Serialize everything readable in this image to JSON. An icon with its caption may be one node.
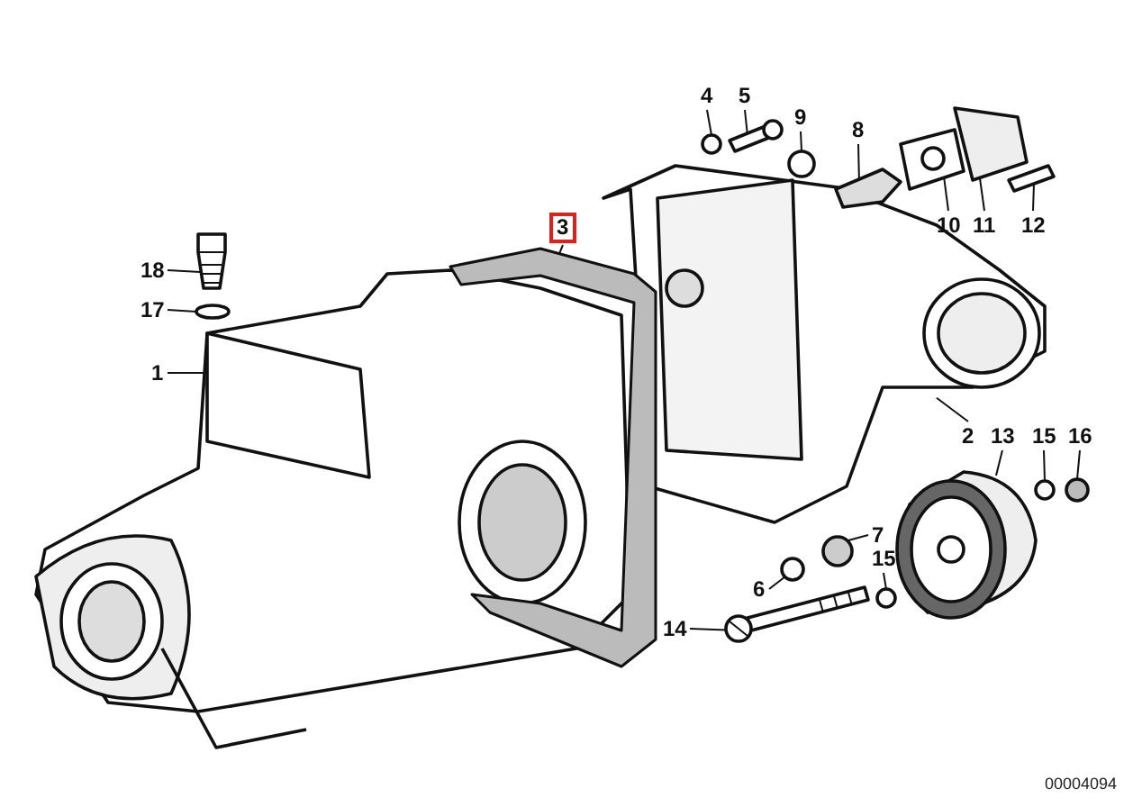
{
  "diagram": {
    "nodes": [
      {
        "text": [
          "4"
        ]
      },
      {
        "text": [
          "5"
        ]
      },
      {
        "text": [
          "9"
        ]
      },
      {
        "text": [
          "8"
        ]
      },
      {
        "text": [
          "10"
        ]
      },
      {
        "text": [
          "11"
        ]
      },
      {
        "text": [
          "12"
        ]
      },
      {
        "text": [
          "3"
        ]
      },
      {
        "text": [
          "18"
        ]
      },
      {
        "text": [
          "17"
        ]
      },
      {
        "text": [
          "1"
        ]
      },
      {
        "text": [
          "2"
        ]
      },
      {
        "text": [
          "13"
        ]
      },
      {
        "text": [
          "15"
        ]
      },
      {
        "text": [
          "16"
        ]
      },
      {
        "text": [
          "7"
        ]
      },
      {
        "text": [
          "15"
        ]
      },
      {
        "text": [
          "6"
        ]
      },
      {
        "text": [
          "14"
        ]
      },
      {
        "text": [],
        "shape": "circle"
      },
      {
        "text": [],
        "shape": "picture"
      },
      {
        "text": [],
        "shape": "circle"
      },
      {
        "text": [],
        "shape": "picture"
      },
      {
        "text": [],
        "shape": "picture"
      },
      {
        "text": [],
        "shape": "picture"
      },
      {
        "text": [],
        "shape": "picture"
      },
      {
        "text": [],
        "shape": "picture"
      },
      {
        "text": [],
        "shape": "picture"
      },
      {
        "text": [],
        "shape": "circle"
      },
      {
        "text": [],
        "shape": "picture"
      },
      {
        "text": [],
        "shape": "picture"
      },
      {
        "text": [],
        "shape": "picture"
      },
      {
        "text": [],
        "shape": "circle"
      },
      {
        "text": [],
        "shape": "circle"
      },
      {
        "text": [],
        "shape": "circle"
      },
      {
        "text": [],
        "shape": "circle"
      },
      {
        "text": [],
        "shape": "circle"
      },
      {
        "text": [],
        "shape": "picture"
      }
    ],
    "edges": [
      {
        "from": 0,
        "to": 19,
        "arrow": "none"
      },
      {
        "from": 1,
        "to": 20,
        "arrow": "none"
      },
      {
        "from": 2,
        "to": 21,
        "arrow": "none"
      },
      {
        "from": 3,
        "to": 22,
        "arrow": "none"
      },
      {
        "from": 4,
        "to": 23,
        "arrow": "none"
      },
      {
        "from": 5,
        "to": 24,
        "arrow": "none"
      },
      {
        "from": 6,
        "to": 25,
        "arrow": "none"
      },
      {
        "from": 7,
        "to": 26,
        "arrow": "none"
      },
      {
        "from": 8,
        "to": 27,
        "arrow": "none"
      },
      {
        "from": 9,
        "to": 28,
        "arrow": "none"
      },
      {
        "from": 10,
        "to": 29,
        "arrow": "none"
      },
      {
        "from": 11,
        "to": 30,
        "arrow": "none"
      },
      {
        "from": 12,
        "to": 31,
        "arrow": "none"
      },
      {
        "from": 13,
        "to": 32,
        "arrow": "none"
      },
      {
        "from": 14,
        "to": 33,
        "arrow": "none"
      },
      {
        "from": 15,
        "to": 34,
        "arrow": "none"
      },
      {
        "from": 16,
        "to": 35,
        "arrow": "none"
      },
      {
        "from": 17,
        "to": 36,
        "arrow": "none"
      },
      {
        "from": 18,
        "to": 37,
        "arrow": "none"
      }
    ],
    "labels": [
      "00004094"
    ]
  }
}
